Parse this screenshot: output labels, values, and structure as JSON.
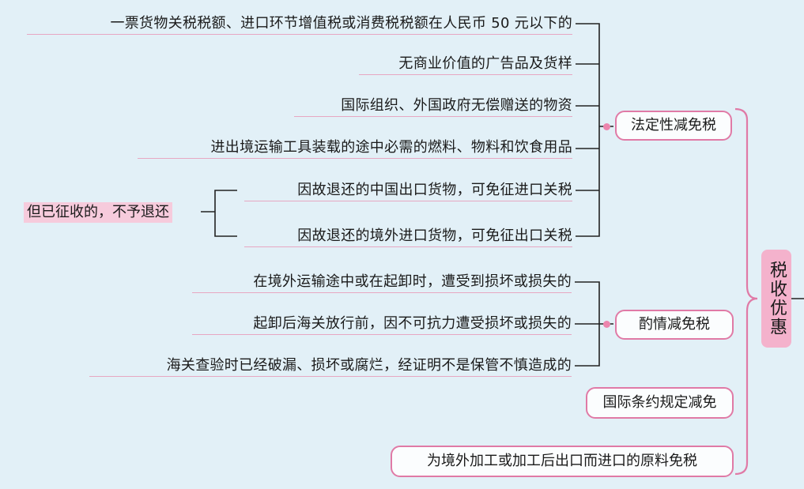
{
  "root": "税收优惠",
  "categories": {
    "statutory": "法定性减免税",
    "discretionary": "酌情减免税",
    "treaty": "国际条约规定减免",
    "processing": "为境外加工或加工后出口而进口的原料免税"
  },
  "statutory_items": [
    "一票货物关税税额、进口环节增值税或消费税税额在人民币 50 元以下的",
    "无商业价值的广告品及货样",
    "国际组织、外国政府无偿赠送的物资",
    "进出境运输工具装载的途中必需的燃料、物料和饮食用品",
    "因故退还的中国出口货物，可免征进口关税",
    "因故退还的境外进口货物，可免征出口关税"
  ],
  "returned_goods_note": "但已征收的，不予退还",
  "discretionary_items": [
    "在境外运输途中或在起卸时，遭受到损坏或损失的",
    "起卸后海关放行前，因不可抗力遭受损坏或损失的",
    "海关查验时已经破漏、损坏或腐烂，经证明不是保管不慎造成的"
  ]
}
